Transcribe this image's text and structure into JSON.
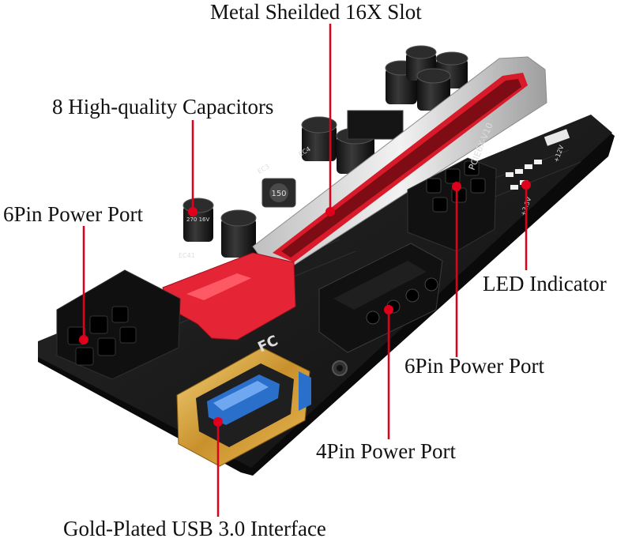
{
  "image": {
    "labels": {
      "metal_slot": "Metal Sheilded 16X Slot",
      "capacitors": "8 High-quality Capacitors",
      "power_6pin_left": "6Pin Power Port",
      "led_indicator": "LED Indicator",
      "power_6pin_right": "6Pin Power Port",
      "power_4pin": "4Pin Power Port",
      "usb_interface": "Gold-Plated USB 3.0 Interface"
    },
    "board_markings": {
      "model": "PCIE6X-V10",
      "silk_ec41": "EC41",
      "silk_ec3": "EC3",
      "silk_ec4": "EC4",
      "voltage_12v": "+12V",
      "voltage_33v": "+3.3V",
      "capacitor_value": "270 16V",
      "inductor_value": "150",
      "certification": "FC"
    },
    "colors": {
      "callout_text": "#111111",
      "leader_line": "#e0001b",
      "pcb": "#1b1b1b",
      "slot_red": "#d81a2b",
      "usb_blue": "#2a6fc9",
      "gold": "#d8a23a"
    }
  }
}
